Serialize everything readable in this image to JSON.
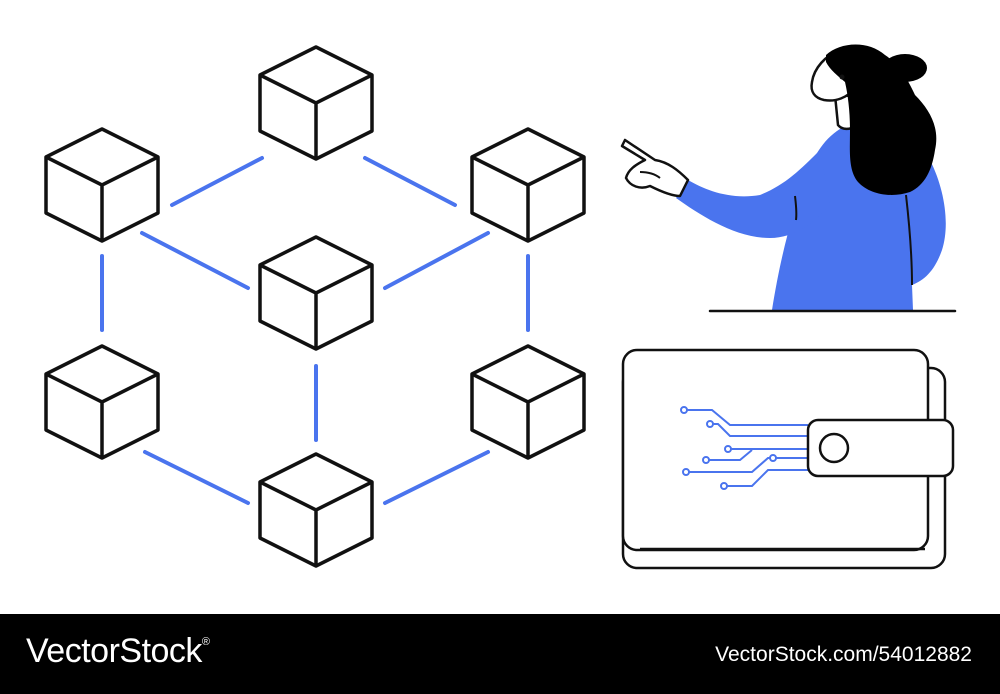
{
  "illustration": {
    "subject": "blockchain network, woman pointing, digital wallet",
    "icons": [
      "cube-icon",
      "woman-figure",
      "wallet-icon",
      "circuit-lines"
    ],
    "colors": {
      "accent": "#4a74ee",
      "outline": "#111111",
      "background": "#ffffff",
      "hair": "#000000"
    }
  },
  "footer": {
    "brand": "VectorStock",
    "brand_mark": "®",
    "reference": "VectorStock.com/54012882",
    "background": "#000000",
    "text_color": "#ffffff"
  }
}
